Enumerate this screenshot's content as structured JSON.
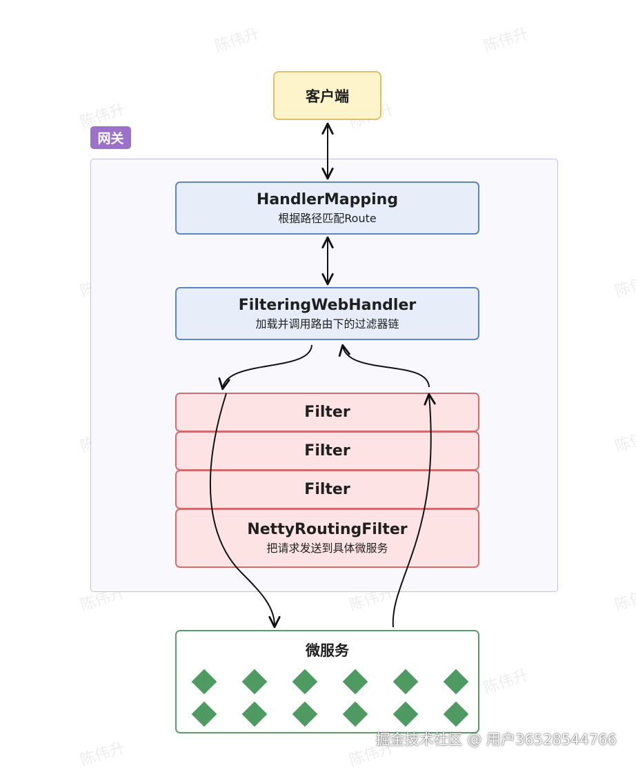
{
  "watermark_text": "陈伟升",
  "client": {
    "label": "客户端"
  },
  "gateway": {
    "label": "网关"
  },
  "handler_mapping": {
    "title": "HandlerMapping",
    "subtitle": "根据路径匹配Route"
  },
  "filtering_web_handler": {
    "title": "FilteringWebHandler",
    "subtitle": "加载并调用路由下的过滤器链"
  },
  "filters": [
    {
      "title": "Filter"
    },
    {
      "title": "Filter"
    },
    {
      "title": "Filter"
    }
  ],
  "netty_routing_filter": {
    "title": "NettyRoutingFilter",
    "subtitle": "把请求发送到具体微服务"
  },
  "microservices": {
    "label": "微服务",
    "instance_count": 12
  },
  "footer": {
    "text": "掘金技术社区 @ 用户36528544766"
  },
  "colors": {
    "client_fill": "#fdf4cc",
    "client_border": "#dcc16a",
    "gateway_tag": "#9b71c9",
    "blue_fill": "#e7eefa",
    "blue_border": "#5c85c4",
    "red_fill": "#fde3e3",
    "red_border": "#d26b6b",
    "service_green": "#4f9a62"
  }
}
